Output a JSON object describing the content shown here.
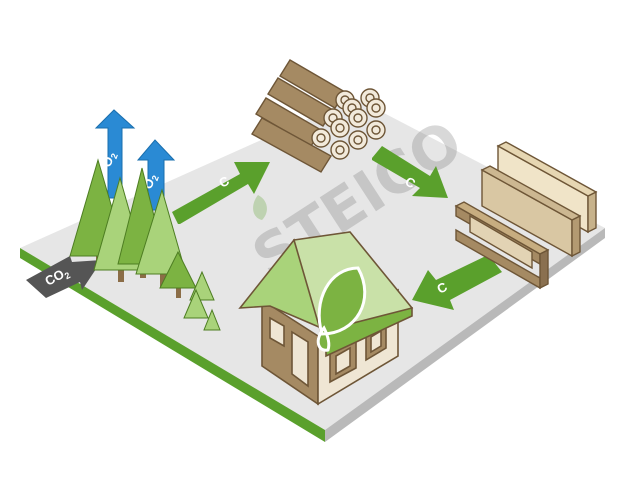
{
  "labels": {
    "co2": "CO",
    "co2_sub": "2",
    "o2": "O",
    "o2_sub": "2",
    "carbon": "C"
  },
  "watermark": {
    "text": "STEICO"
  },
  "colors": {
    "platform_top": "#e6e6e6",
    "platform_edge": "#5aa02c",
    "flow_arrow": "#5aa02c",
    "o2_arrow": "#2a8ad4",
    "co2_arrow": "#555555",
    "tree_dark": "#7cb342",
    "tree_light": "#a9d37a",
    "wood": "#a58a63",
    "wood_light": "#d9c7a3",
    "roof": "#c9e1a8",
    "leaf": "#8cc152"
  },
  "icons": {
    "forest": "conifer-trees-icon",
    "logs": "log-stack-icon",
    "boards": "timber-boards-icon",
    "beam": "i-beam-icon",
    "house": "wooden-house-icon",
    "leaf": "leaf-icon"
  }
}
